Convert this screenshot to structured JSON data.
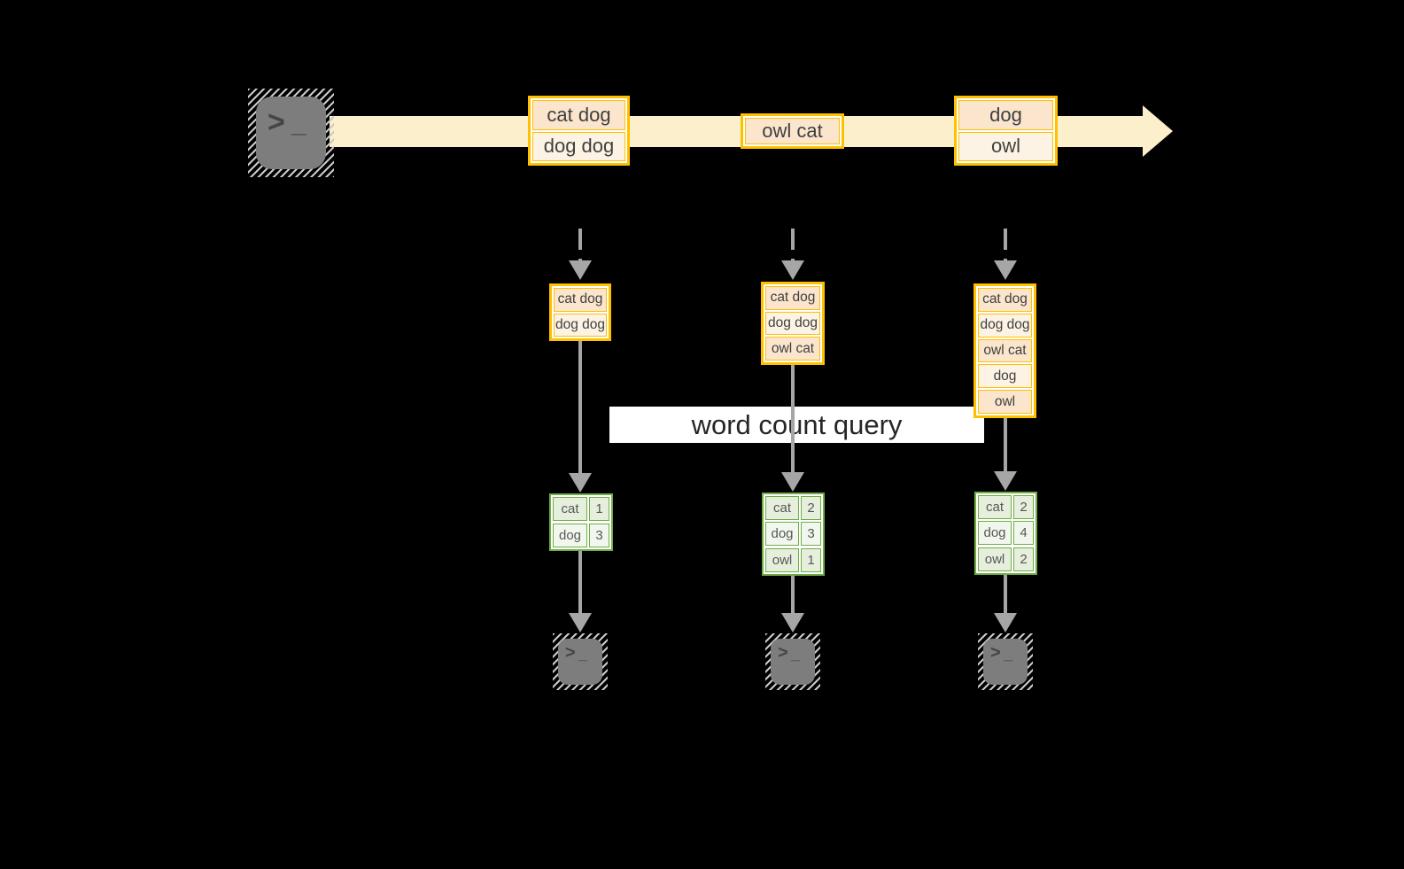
{
  "query": {
    "label": "word count query"
  },
  "terminal": {
    "chevron": ">",
    "cursor": "_"
  },
  "stream": {
    "doc_groups": [
      {
        "rows": [
          "cat dog",
          "dog dog"
        ]
      },
      {
        "rows": [
          "owl cat"
        ]
      },
      {
        "rows": [
          "dog",
          "owl"
        ]
      }
    ]
  },
  "columns": [
    {
      "state": [
        "cat dog",
        "dog dog"
      ],
      "counts": [
        {
          "word": "cat",
          "count": "1"
        },
        {
          "word": "dog",
          "count": "3"
        }
      ]
    },
    {
      "state": [
        "cat dog",
        "dog dog",
        "owl cat"
      ],
      "counts": [
        {
          "word": "cat",
          "count": "2"
        },
        {
          "word": "dog",
          "count": "3"
        },
        {
          "word": "owl",
          "count": "1"
        }
      ]
    },
    {
      "state": [
        "cat dog",
        "dog dog",
        "owl cat",
        "dog",
        "owl"
      ],
      "counts": [
        {
          "word": "cat",
          "count": "2"
        },
        {
          "word": "dog",
          "count": "4"
        },
        {
          "word": "owl",
          "count": "2"
        }
      ]
    }
  ],
  "colors": {
    "accent_orange": "#FFC000",
    "fill_peach": "#FBE5CC",
    "fill_cream": "#FDF3E5",
    "stream_fill": "#FBF0CB",
    "green_border": "#70AD47",
    "green_fill_a": "#E6EFDC",
    "green_fill_b": "#F2F7EE",
    "arrow_gray": "#A6A6A6",
    "terminal_gray": "#7D7D7D"
  }
}
